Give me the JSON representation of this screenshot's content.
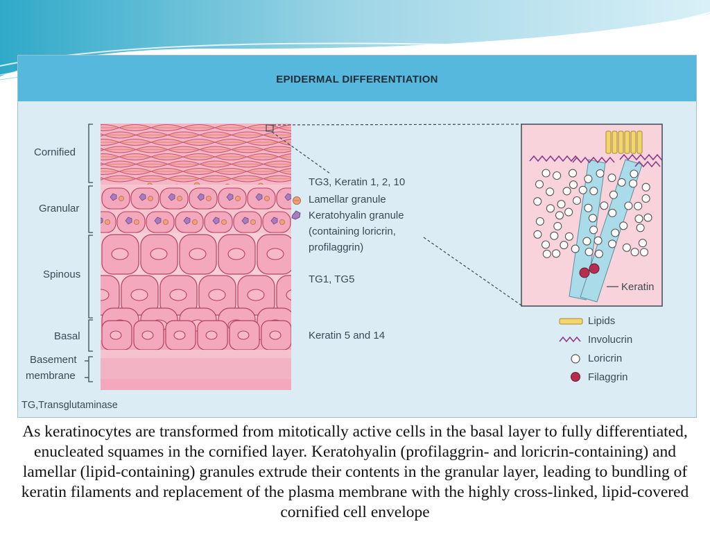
{
  "figure": {
    "title": "EPIDERMAL DIFFERENTIATION",
    "layers": {
      "cornified": "Cornified",
      "granular": "Granular",
      "spinous": "Spinous",
      "basal": "Basal",
      "basement_line1": "Basement",
      "basement_line2": "membrane"
    },
    "annotations": {
      "tg3": "TG3, Keratin 1, 2, 10",
      "lamellar": "Lamellar granule",
      "keratohyalin_line1": "Keratohyalin granule",
      "keratohyalin_line2": "(containing loricrin,",
      "keratohyalin_line3": "profilaggrin)",
      "tg1": "TG1, TG5",
      "keratin514": "Keratin 5 and 14"
    },
    "inset_label": "Keratin",
    "legend": {
      "lipids": "Lipids",
      "involucrin": "Involucrin",
      "loricrin": "Loricrin",
      "filaggrin": "Filaggrin"
    },
    "footnote": "TG,Transglutaminase",
    "colors": {
      "header": "#55b8dc",
      "figure_bg": "#dcecf5",
      "cell_fill": "#f3a8bd",
      "cell_stroke": "#b5405e",
      "lipid": "#f3d56e",
      "involucrin": "#8a3a86",
      "filaggrin": "#b52d4f",
      "keratin_filament": "#a9dbe8"
    }
  },
  "caption": "As keratinocytes are transformed from mitotically active cells in the basal layer to fully differentiated, enucleated squames in the cornified layer. Keratohyalin (profilaggrin- and loricrin-containing) and lamellar (lipid-containing) granules extrude their contents in the granular layer, leading to bundling of keratin filaments and replacement of the plasma membrane with the highly cross-linked, lipid-covered cornified cell envelope"
}
